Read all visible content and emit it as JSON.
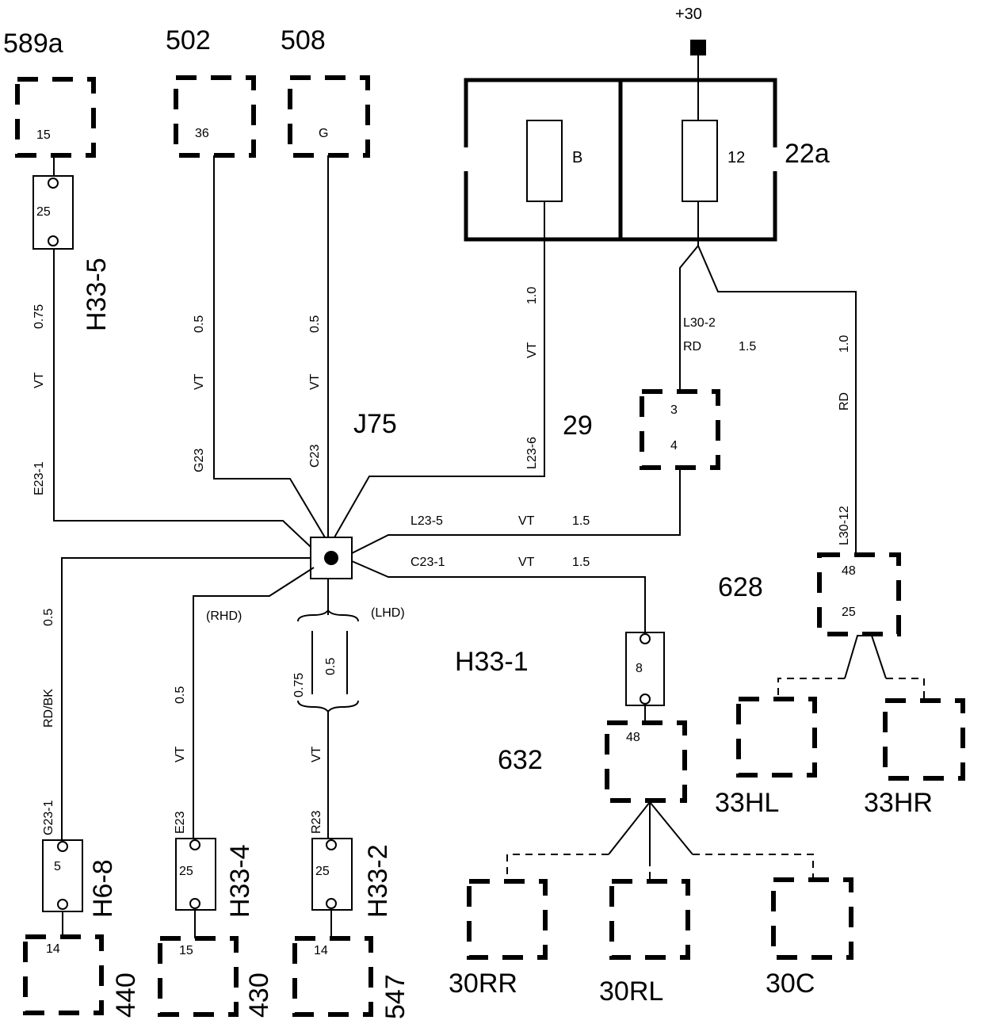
{
  "labels": {
    "c589a": "589a",
    "c502": "502",
    "c508": "508",
    "plus30": "+30",
    "c22a": "22a",
    "fuseB": "B",
    "fuse12": "12",
    "pin15a": "15",
    "pin36": "36",
    "pinG": "G",
    "h33_5": "H33-5",
    "h33_5_pin": "25",
    "w075_left": "0.75",
    "vt_left": "VT",
    "e23_1": "E23-1",
    "w05_g23": "0.5",
    "vt_g23": "VT",
    "g23": "G23",
    "w05_c23": "0.5",
    "vt_c23": "VT",
    "c23": "C23",
    "j75": "J75",
    "w10_l23": "1.0",
    "vt_l23": "VT",
    "l23_6": "L23-6",
    "n29": "29",
    "l30_2": "L30-2",
    "rd_l30": "RD",
    "w15_l30": "1.5",
    "pin3": "3",
    "pin4": "4",
    "w10_rd": "1.0",
    "rd_right": "RD",
    "l30_12": "L30-12",
    "l23_5": "L23-5",
    "vt_l23_5": "VT",
    "w15_l23_5": "1.5",
    "c23_1": "C23-1",
    "vt_c23_1": "VT",
    "w15_c23_1": "1.5",
    "n628": "628",
    "pin48a": "48",
    "pin25a": "25",
    "rhd": "(RHD)",
    "lhd": "(LHD)",
    "w05_rdbk": "0.5",
    "rdbk": "RD/BK",
    "g23_1": "G23-1",
    "w05_e23": "0.5",
    "vt_e23": "VT",
    "e23": "E23",
    "w075_mid": "0.75",
    "w05_mid": "0.5",
    "vt_r23": "VT",
    "r23": "R23",
    "h33_1": "H33-1",
    "pin8": "8",
    "pin48b": "48",
    "n632": "632",
    "c33hl": "33HL",
    "c33hr": "33HR",
    "h6_8": "H6-8",
    "h6_8_pin": "5",
    "h33_4": "H33-4",
    "h33_4_pin": "25",
    "h33_2": "H33-2",
    "h33_2_pin": "25",
    "pin14a": "14",
    "pin15b": "15",
    "pin14b": "14",
    "c440": "440",
    "c430": "430",
    "c547": "547",
    "c30rr": "30RR",
    "c30rl": "30RL",
    "c30c": "30C"
  }
}
